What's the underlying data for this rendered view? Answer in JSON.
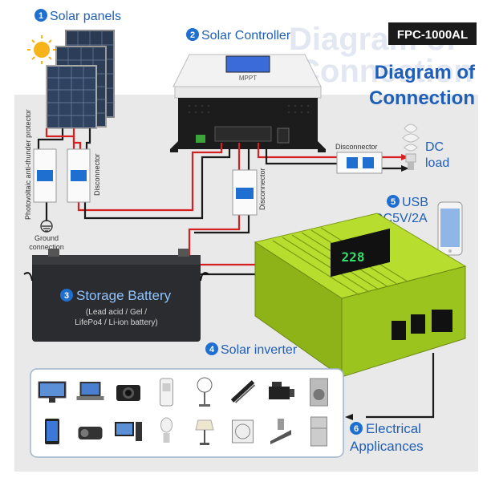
{
  "header": {
    "model_badge": "FPC-1000AL",
    "title_line1": "Diagram of",
    "title_line2": "Connection",
    "watermark_line1": "Diagram of",
    "watermark_line2": "Connection"
  },
  "components": {
    "solar_panels": {
      "number": "1",
      "label": "Solar panels"
    },
    "solar_controller": {
      "number": "2",
      "label": "Solar Controller",
      "brand": "MPPT"
    },
    "storage_battery": {
      "number": "3",
      "label": "Storage Battery",
      "note_line1": "(Lead acid / Gel /",
      "note_line2": "LifePo4 / Li-ion battery)"
    },
    "solar_inverter": {
      "number": "4",
      "label": "Solar inverter",
      "display": "228"
    },
    "usb": {
      "number": "5",
      "label_line1": "USB",
      "label_line2": "DC5V/2A"
    },
    "electrical_appliances": {
      "number": "6",
      "label_line1": "Electrical",
      "label_line2": "Applicances"
    }
  },
  "annotations": {
    "pv_protector": "Photovoltaic anti-thunder protector",
    "disconnector_left": "Disconnector",
    "disconnector_mid": "Disconnector",
    "disconnector_right": "Disconnector",
    "ground_line1": "Ground",
    "ground_line2": "connection",
    "dc_load_line1": "DC",
    "dc_load_line2": "load"
  },
  "appliances": [
    "tv-icon",
    "laptop-icon",
    "camera-icon",
    "air-cooler-icon",
    "fan-icon",
    "hair-straightener-icon",
    "camcorder-icon",
    "washing-machine-icon",
    "tablet-icon",
    "projector-icon",
    "desktop-pc-icon",
    "cfl-bulb-icon",
    "table-lamp-icon",
    "box-fan-icon",
    "range-hood-icon",
    "refrigerator-icon"
  ],
  "colors": {
    "accent_blue": "#1f5fb8",
    "inverter_green": "#a6d41e",
    "wire_red": "#d42020",
    "wire_black": "#1a1a1a",
    "panel_bg": "#e9e9e9"
  }
}
